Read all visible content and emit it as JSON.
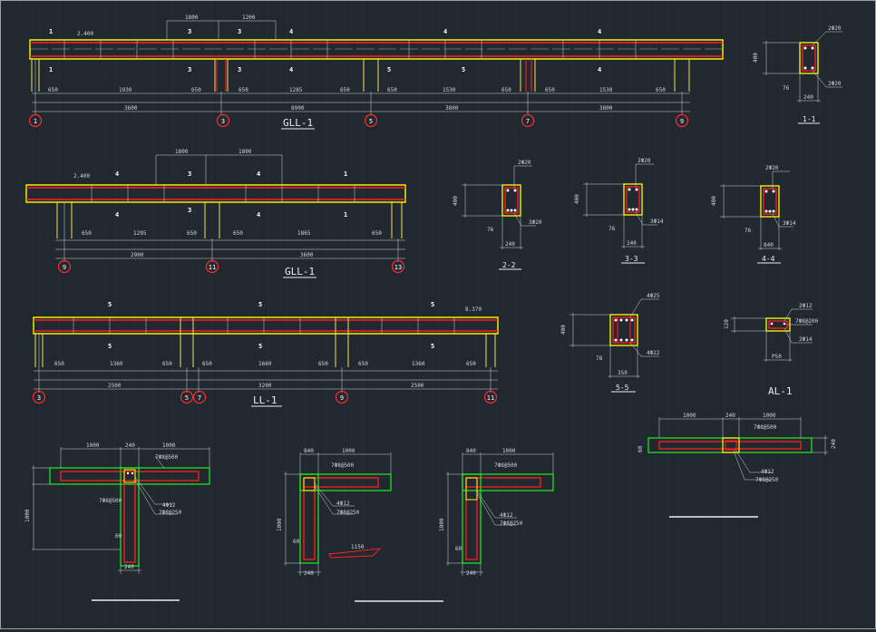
{
  "drawing_labels": {
    "gll1_top": "GLL-1",
    "gll1_mid": "GLL-1",
    "ll1": "LL-1",
    "al1": "AL-1",
    "sec_1_1": "1-1",
    "sec_2_2": "2-2",
    "sec_3_3": "3-3",
    "sec_4_4": "4-4",
    "sec_5_5": "5-5"
  },
  "axis_bubbles": {
    "gll1_top": [
      "1",
      "3",
      "5",
      "7",
      "9"
    ],
    "gll1_mid": [
      "9",
      "11",
      "13"
    ],
    "ll1": [
      "3",
      "5",
      "7",
      "9",
      "11"
    ]
  },
  "dimensions": {
    "gll1_top_spans": [
      "3600",
      "8900",
      "3800",
      "3800"
    ],
    "gll1_top_sub": [
      "650",
      "1930",
      "650",
      "650",
      "1285",
      "650",
      "650",
      "1530",
      "650",
      "650",
      "1530",
      "650"
    ],
    "gll1_top_overall": [
      "1800",
      "1200"
    ],
    "gll1_top_elev": "2.400",
    "gll1_mid_spans": [
      "2900",
      "3600"
    ],
    "gll1_mid_sub": [
      "650",
      "1295",
      "650",
      "650",
      "1865",
      "650"
    ],
    "gll1_mid_overall": [
      "1800",
      "1800"
    ],
    "gll1_mid_elev": "2.400",
    "ll1_spans": [
      "2500",
      "3200",
      "2500"
    ],
    "ll1_sub": [
      "650",
      "1360",
      "650",
      "650",
      "1660",
      "650",
      "650",
      "1360",
      "650"
    ],
    "ll1_elev": "8.370",
    "sec_1_1": {
      "top": "2Ф20",
      "bottom": "2Ф20",
      "height": "400",
      "width": "240",
      "stirrup": "76"
    },
    "sec_2_2": {
      "top": "2Ф20",
      "bottom": "3Ф20",
      "height": "400",
      "width": "240",
      "stirrup": "76"
    },
    "sec_3_3": {
      "top": "2Ф20",
      "bottom": "3Ф14",
      "height": "400",
      "width": "240",
      "stirrup": "76"
    },
    "sec_4_4": {
      "top": "2Ф20",
      "bottom": "3Ф14",
      "height": "400",
      "width": "840",
      "stirrup": "76"
    },
    "sec_5_5": {
      "top": "4Ф25",
      "bottom": "4Ф22",
      "height": "400",
      "width": "350",
      "stirrup": "78"
    },
    "al1": {
      "top": "2Ф12",
      "mid": "7Ф8@200",
      "bottom": "2Ф14",
      "height": "120",
      "width": "Р50"
    },
    "t_joint": {
      "left": "1000",
      "right": "1000",
      "mid": "240",
      "rebar1": "7Ф8@500",
      "rebar2": "7Ф8@500",
      "bars": "4Ф12",
      "stirrup": "7Ф8@250",
      "height": "1000",
      "width": "240",
      "small": "60"
    },
    "l_joint_a": {
      "top": "840",
      "span": "1000",
      "rebar": "7Ф8@500",
      "bars": "4Ф12",
      "stirrup": "7Ф8@250",
      "height": "1000",
      "width": "240",
      "hook": "1150",
      "small": "60"
    },
    "l_joint_b": {
      "top": "840",
      "span": "1000",
      "rebar": "7Ф8@500",
      "bars": "4Ф12",
      "stirrup": "7Ф8@250",
      "height": "1000",
      "width": "240",
      "small": "60"
    },
    "h_joint": {
      "left": "1000",
      "mid": "240",
      "right": "1000",
      "rebar": "7Ф8@500",
      "bars": "4Ф12",
      "stirrup": "7Ф8@250",
      "height": "240",
      "small": "60"
    }
  },
  "colors": {
    "background": "#212830",
    "grid": "#2c343d",
    "beam_outline": "#ffff00",
    "rebar": "#ff2020",
    "dimension": "#cfd6dc",
    "column": "#f0e060",
    "green_rebar": "#22dd22",
    "axis_bubble": "#ff2a2a"
  }
}
